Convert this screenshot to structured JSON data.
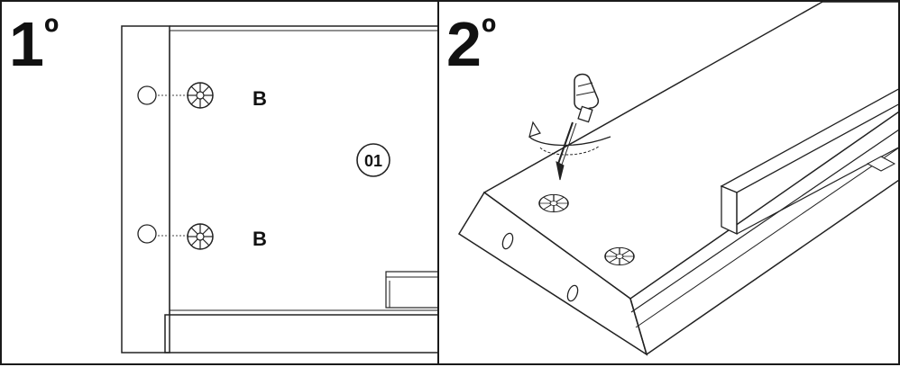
{
  "steps": [
    {
      "number": "1",
      "ordinal": "º"
    },
    {
      "number": "2",
      "ordinal": "º"
    }
  ],
  "labels": {
    "fastener_top": "B",
    "fastener_bottom": "B",
    "part_number": "01"
  },
  "icons": {
    "cam_lock": "cam-lock-icon",
    "screwdriver": "screwdriver-icon",
    "rotation_arrow": "rotation-arrow-icon"
  }
}
